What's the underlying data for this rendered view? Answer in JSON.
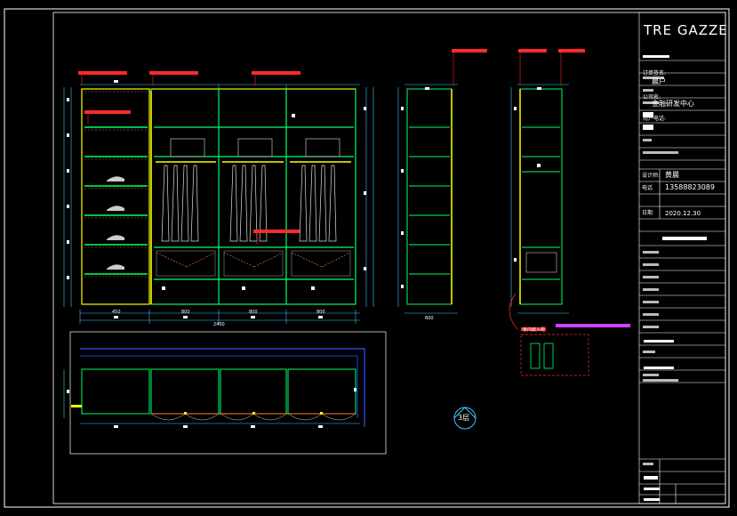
{
  "title_block": {
    "brand_logo": "TRE GAZZE",
    "fields": [
      {
        "label": "订单签名:",
        "value": "晨户"
      },
      {
        "label": "公司名:",
        "value": "金融研发中心"
      },
      {
        "label": "用户电话:",
        "value": ""
      },
      {
        "label": "设计师:",
        "value": "黄晨"
      },
      {
        "label": "电话",
        "value": "13588823089"
      },
      {
        "label": "日期",
        "value": "2020.12.30"
      }
    ]
  },
  "drawing": {
    "section_marker": "3层",
    "annotation": "板内嵌入柜",
    "dimension_values": [
      "450",
      "800",
      "800",
      "800",
      "2400",
      "600"
    ]
  },
  "colors": {
    "background": "#000000",
    "frame": "#ffffff",
    "cabinet_outline": "#ffff00",
    "shelf": "#00ff66",
    "dimension": "#3ec8ff",
    "annotation": "#ff2a2a",
    "plan_outer": "#3355ff"
  }
}
